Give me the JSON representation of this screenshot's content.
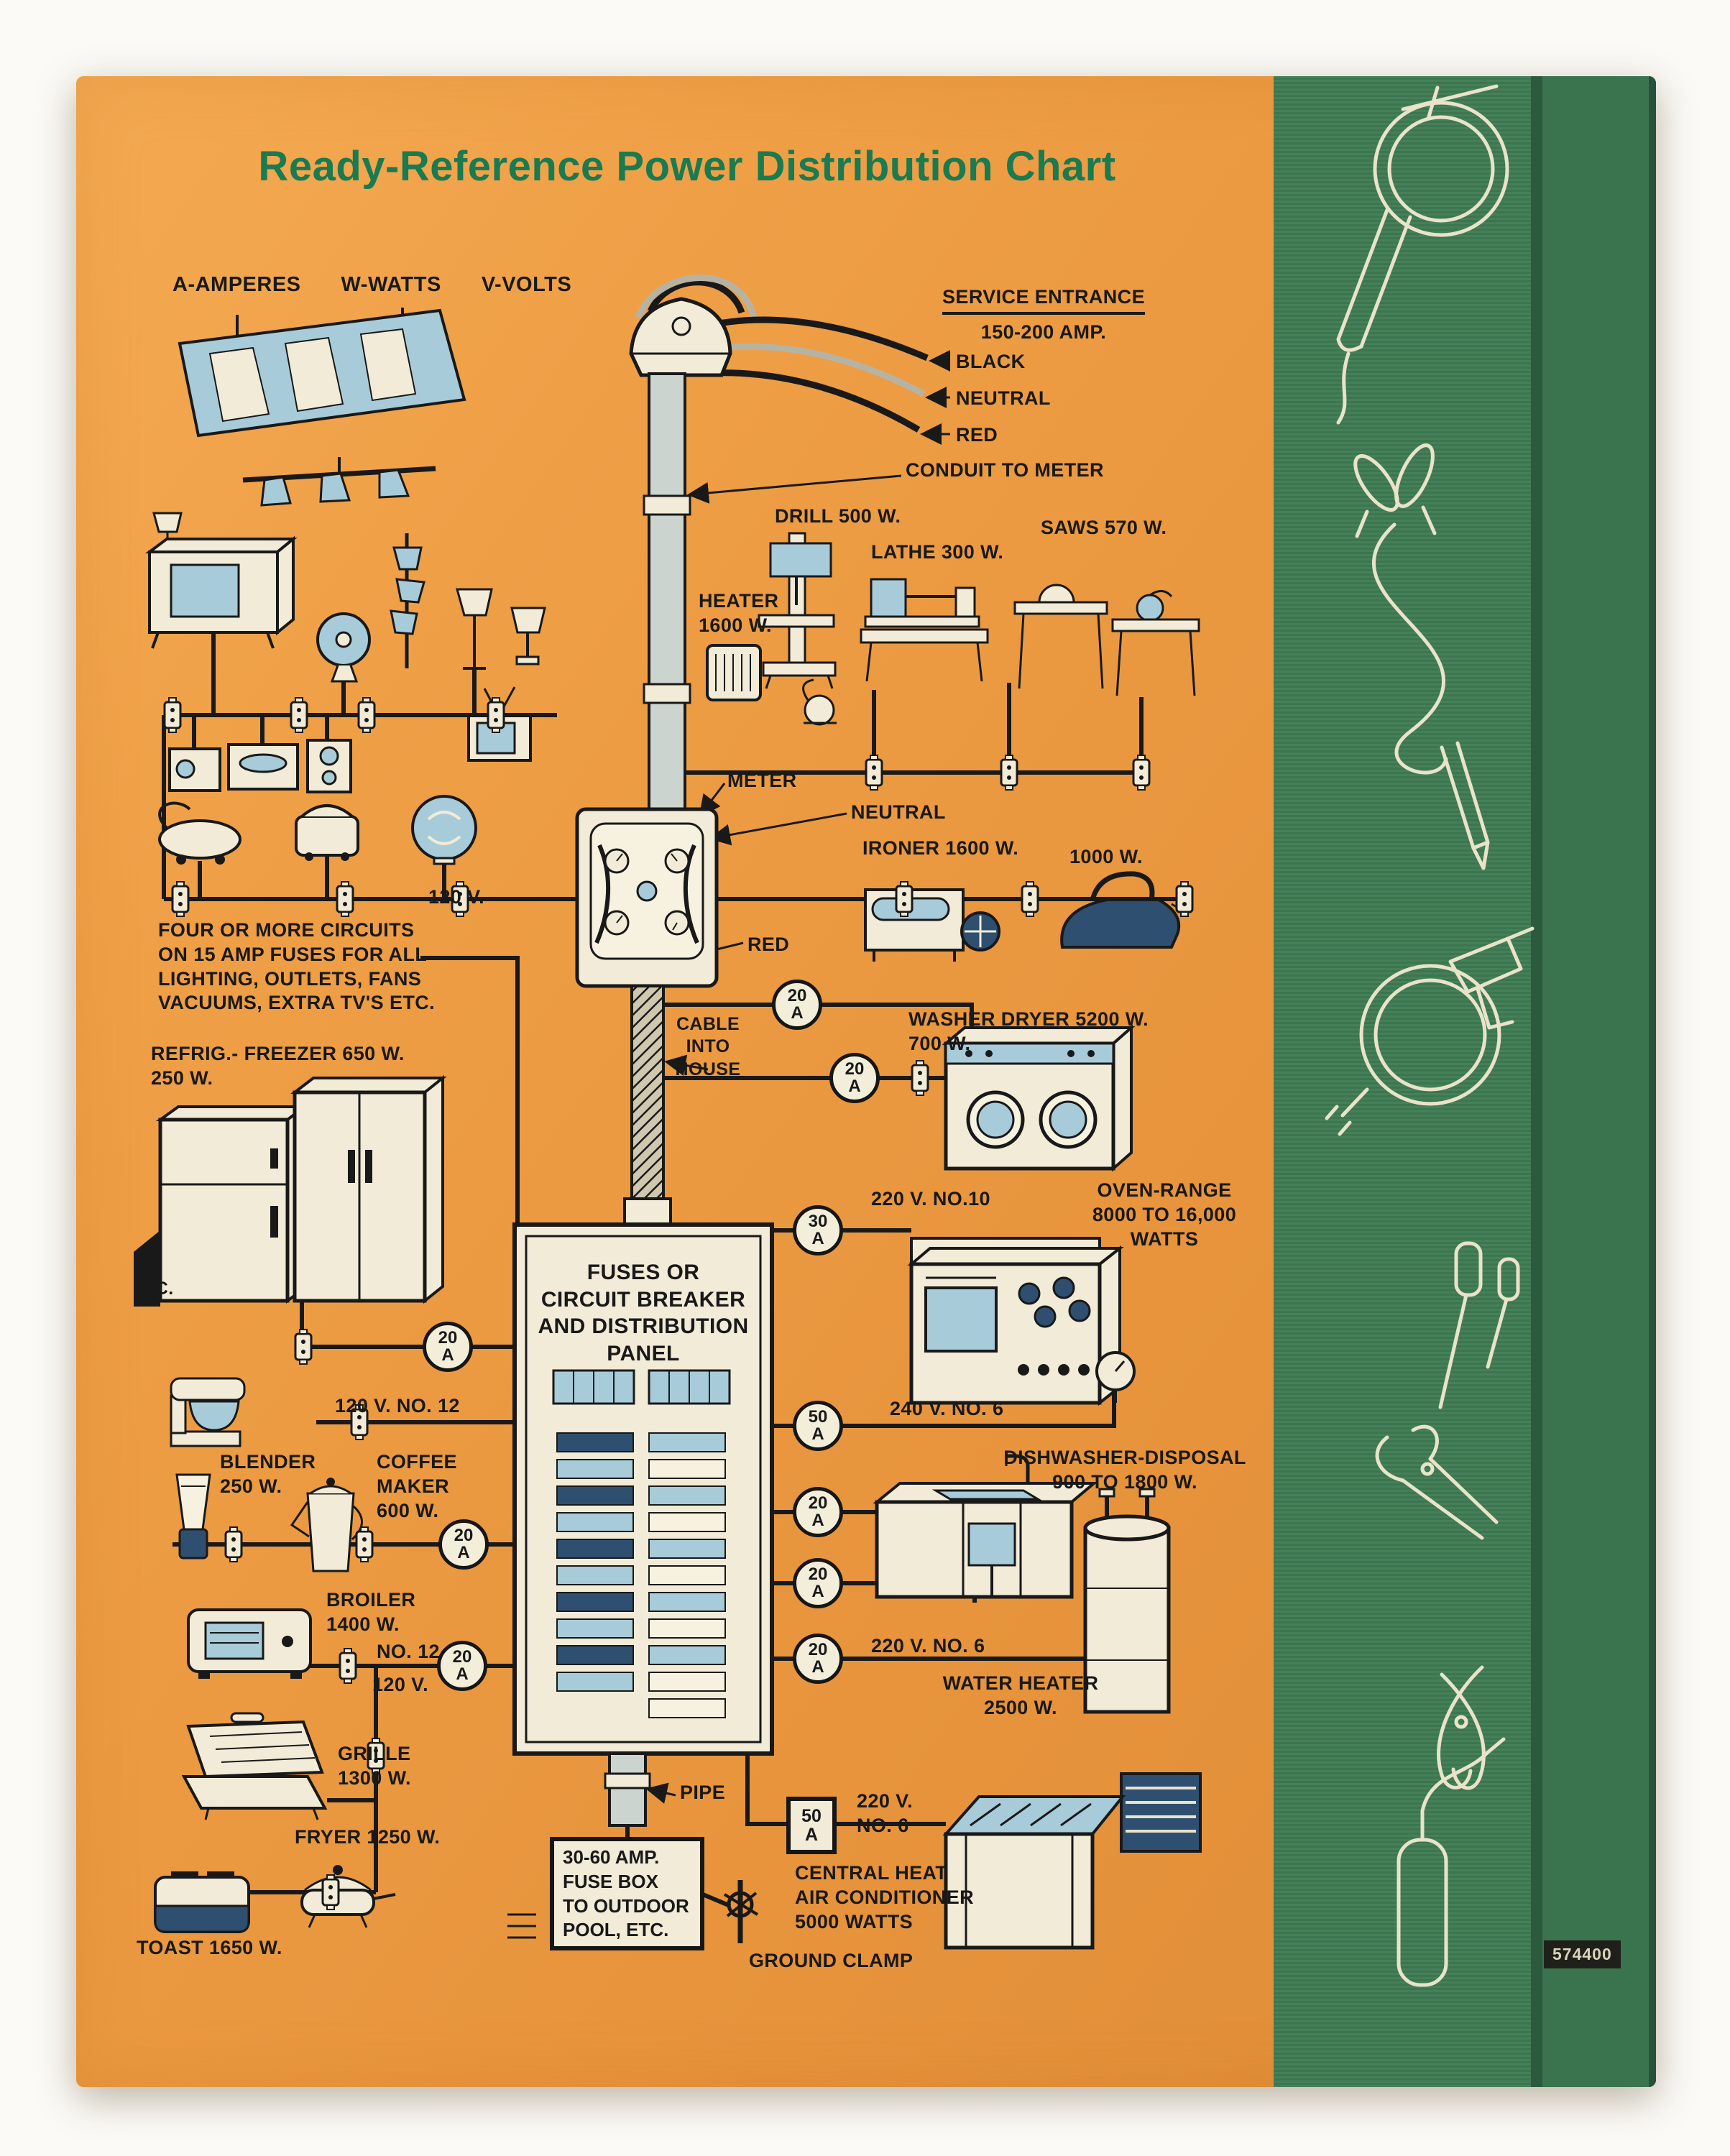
{
  "cover": {
    "title": "Ready-Reference Power Distribution Chart",
    "spine_code": "574400"
  },
  "legend": {
    "amperes": "A-AMPERES",
    "watts": "W-WATTS",
    "volts": "V-VOLTS"
  },
  "labels": {
    "service_heading": "SERVICE ENTRANCE",
    "service_amps": "150-200 AMP.",
    "wire_black": "BLACK",
    "wire_neutral": "NEUTRAL",
    "wire_red": "RED",
    "conduit": "CONDUIT TO METER",
    "drill": "DRILL 500 W.",
    "lathe": "LATHE 300 W.",
    "saws": "SAWS 570 W.",
    "heater": "HEATER\n1600 W.",
    "meter": "METER",
    "neutral_mid": "NEUTRAL",
    "red_mid": "RED",
    "ironer": "IRONER 1600 W.",
    "iron_watts": "1000 W.",
    "v120": "120 V.",
    "circuits_note": "FOUR OR MORE CIRCUITS\nON 15 AMP FUSES FOR ALL\nLIGHTING, OUTLETS, FANS\nVACUUMS, EXTRA TV'S ETC.",
    "cable_house": "CABLE\nINTO\nHOUSE",
    "washer_dryer": "WASHER DRYER 5200 W.\n700 W.",
    "refrig": "REFRIG.- FREEZER 650 W.\n250 W.",
    "hc": "H.C.",
    "v220_no10": "220 V. NO.10",
    "oven_range": "OVEN-RANGE\n8000 TO 16,000\nWATTS",
    "panel_title": "FUSES OR\nCIRCUIT BREAKER\nAND DISTRIBUTION\nPANEL",
    "v120_no12": "120 V. NO. 12",
    "v240_no6": "240 V. NO. 6",
    "blender": "BLENDER\n250 W.",
    "coffee": "COFFEE\nMAKER\n600 W.",
    "dishwasher": "DISHWASHER-DISPOSAL\n900 TO 1800 W.",
    "broiler": "BROILER\n1400 W.",
    "no12": "NO. 12",
    "v120b": "120 V.",
    "v220_no6_heater": "220 V. NO. 6",
    "water_heater": "WATER HEATER\n2500 W.",
    "grille": "GRILLE\n1300 W.",
    "pipe": "PIPE",
    "v220_no6_ac": "220 V.\nNO. 6",
    "fryer": "FRYER 1250 W.",
    "fusebox_note": "30-60 AMP.\nFUSE BOX\nTO OUTDOOR\nPOOL, ETC.",
    "central_air": "CENTRAL HEAT\nAIR CONDITIONER\n5000 WATTS",
    "toast": "TOAST 1650 W.",
    "ground_clamp": "GROUND CLAMP"
  },
  "fuses": [
    "20\nA",
    "20\nA",
    "30\nA",
    "20\nA",
    "50\nA",
    "20\nA",
    "20\nA",
    "20\nA",
    "20\nA",
    "20\nA"
  ],
  "fuse_block_50": "50\nA",
  "spine_tools": [
    "grease-gun",
    "battery-clamp-and-soldering-iron",
    "electric-drill",
    "screwdrivers-and-pliers",
    "wire-strippers-and-torch"
  ],
  "colors": {
    "cover_orange": "#ec9c43",
    "spine_green": "#3e7b53",
    "title_green": "#1a7a50",
    "ink": "#191919",
    "cream": "#f1ebd7",
    "blue": "#a7cbd9",
    "navy": "#2e4f70"
  }
}
